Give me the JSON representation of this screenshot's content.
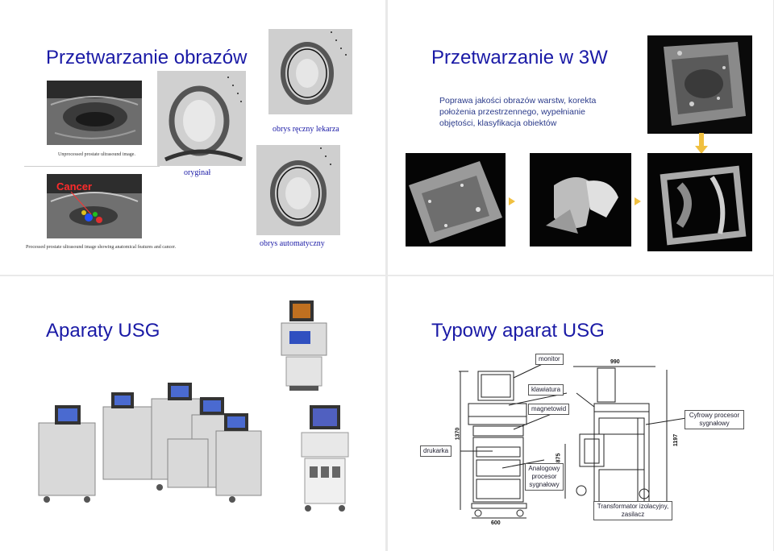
{
  "slide1": {
    "title": "Przetwarzanie obrazów",
    "caption_unprocessed": "Unprocessed prostate ultrasound image.",
    "caption_processed": "Processed prostate ultrasound image showing anatomical features and cancer.",
    "cancer_label": "Cancer",
    "label_manual": "obrys ręczny lekarza",
    "label_original": "oryginał",
    "label_automatic": "obrys automatyczny"
  },
  "slide2": {
    "title": "Przetwarzanie w 3W",
    "text": "Poprawa jakości obrazów warstw, korekta położenia przestrzennego, wypełnianie objętości, klasyfikacja obiektów"
  },
  "slide3": {
    "title": "Aparaty USG"
  },
  "slide4": {
    "title": "Typowy aparat USG",
    "labels": {
      "monitor": "monitor",
      "keyboard": "klawiatura",
      "magnetowid": "magnetowid",
      "printer": "drukarka",
      "analog": "Analogowy procesor sygnałowy",
      "digital": "Cyfrowy procesor sygnałowy",
      "transformer": "Transformator izolacyjny, zasilacz"
    },
    "dimensions": {
      "d990": "990",
      "d1370": "1370",
      "d875": "875",
      "d1197": "1197",
      "d600": "600"
    }
  },
  "colors": {
    "title": "#1a1aa6",
    "arrow": "#f0c040"
  }
}
